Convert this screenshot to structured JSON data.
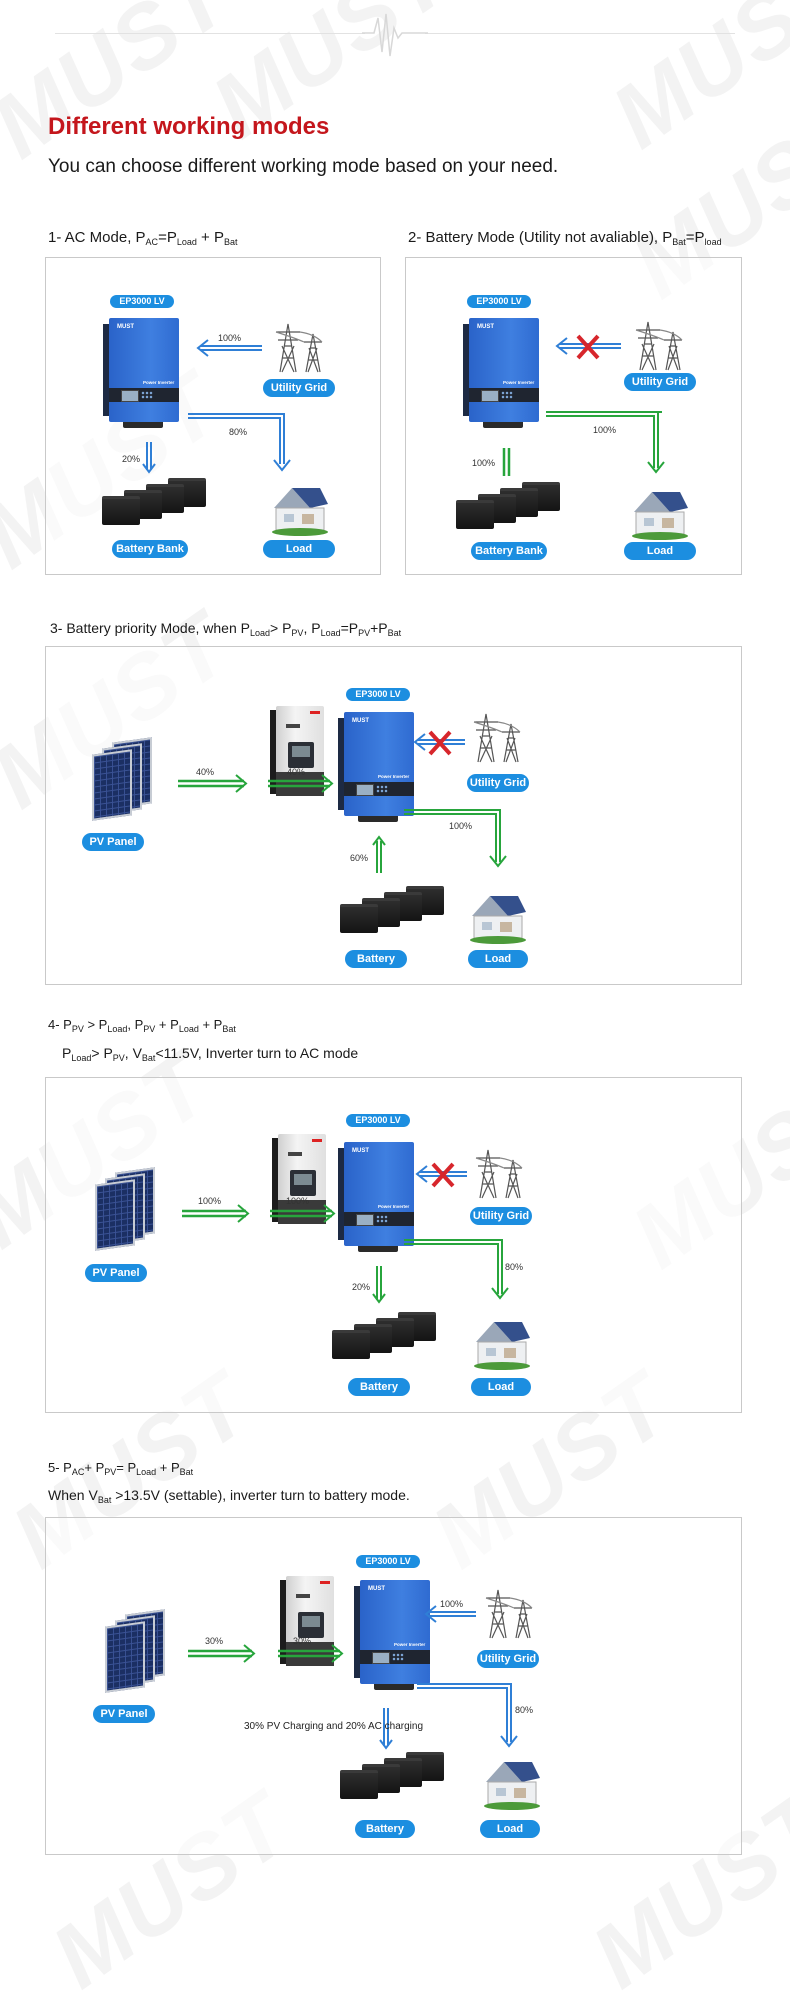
{
  "page": {
    "title": "Different working modes",
    "subtitle": "You can choose different working mode based on your need.",
    "watermark": "MUST",
    "accent_color": "#c4161c",
    "label_color": "#1c8ee0",
    "flow_colors": {
      "ac": "#2f7fd6",
      "dc": "#27a53c",
      "blocked": "#d7262c"
    }
  },
  "labels": {
    "model": "EP3000 LV",
    "utility_grid": "Utility Grid",
    "battery_bank": "Battery Bank",
    "load": "Load",
    "pv_panel": "PV Panel"
  },
  "modes": [
    {
      "heading": {
        "prefix": "1- AC Mode, P",
        "s1": "AC",
        "t1": "=P",
        "s2": "Load",
        "t2": " + P",
        "s3": "Bat"
      },
      "flows": {
        "grid_to_inverter": "100%",
        "inverter_to_load": "80%",
        "inverter_to_battery": "20%"
      }
    },
    {
      "heading": {
        "prefix": "2- Battery Mode (Utility not avaliable), P",
        "s1": "Bat",
        "t1": "=P",
        "s2": "load"
      },
      "flows": {
        "inverter_to_load": "100%",
        "battery_to_inverter": "100%",
        "grid_to_inverter": "blocked"
      }
    },
    {
      "heading": {
        "prefix": "3- Battery priority Mode, when P",
        "s1": "Load",
        "t1": "> P",
        "s2": "PV",
        "t2": ", P",
        "s3": "Load",
        "t3": "=P",
        "s4": "PV",
        "t4": "+P",
        "s5": "Bat"
      },
      "flows": {
        "pv_to_controller": "40%",
        "controller_to_inverter": "40%",
        "inverter_to_load": "100%",
        "battery_to_inverter": "60%",
        "grid_to_inverter": "blocked"
      }
    },
    {
      "heading": {
        "prefix": "4- P",
        "s1": "PV",
        "t1": " > P",
        "s2": "Load",
        "t2": ", P",
        "s3": "PV",
        "t3": " + P",
        "s4": "Load",
        "t4": " + P",
        "s5": "Bat"
      },
      "heading2": {
        "prefix": "P",
        "s1": "Load",
        "t1": "> P",
        "s2": "PV",
        "t2": ", V",
        "s3": "Bat",
        "t3": "<11.5V, Inverter turn to AC mode"
      },
      "flows": {
        "pv_to_controller": "100%",
        "controller_to_inverter": "100%",
        "inverter_to_load": "80%",
        "inverter_to_battery": "20%",
        "grid_to_inverter": "blocked"
      }
    },
    {
      "heading": {
        "prefix": "5- P",
        "s1": "AC",
        "t1": "+ P",
        "s2": "PV",
        "t2": "= P",
        "s3": "Load",
        "t3": " + P",
        "s4": "Bat"
      },
      "heading2": {
        "prefix": "When V",
        "s1": "Bat",
        "t1": " >13.5V (settable), inverter turn to battery mode."
      },
      "flows": {
        "pv_to_controller": "30%",
        "controller_to_inverter": "30%",
        "grid_to_inverter": "100%",
        "inverter_to_load": "80%"
      },
      "note": "30% PV Charging and  20% AC charging"
    }
  ]
}
